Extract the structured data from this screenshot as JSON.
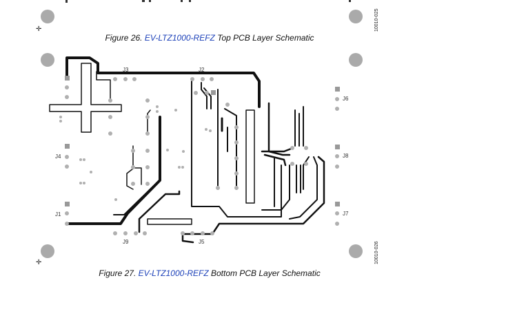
{
  "figure_top": {
    "prefix": "Figure 26.",
    "ref": "EV-LTZ1000-REFZ",
    "suffix": "Top PCB Layer Schematic",
    "side_code": "10010-025"
  },
  "figure_bottom": {
    "prefix": "Figure 27.",
    "ref": "EV-LTZ1000-REFZ",
    "suffix": "Bottom PCB Layer Schematic",
    "side_code": "10010-026"
  },
  "connector_labels": {
    "j1": "J1",
    "j2": "J2",
    "j3": "J3",
    "j4": "J4",
    "j5": "J5",
    "j6": "J6",
    "j7": "J7",
    "j8": "J8",
    "j9": "J9"
  },
  "colors": {
    "trace": "#111111",
    "pad": "#b0b0b0",
    "mounting_hole": "#aaaaaa",
    "link": "#1a3fb8"
  }
}
